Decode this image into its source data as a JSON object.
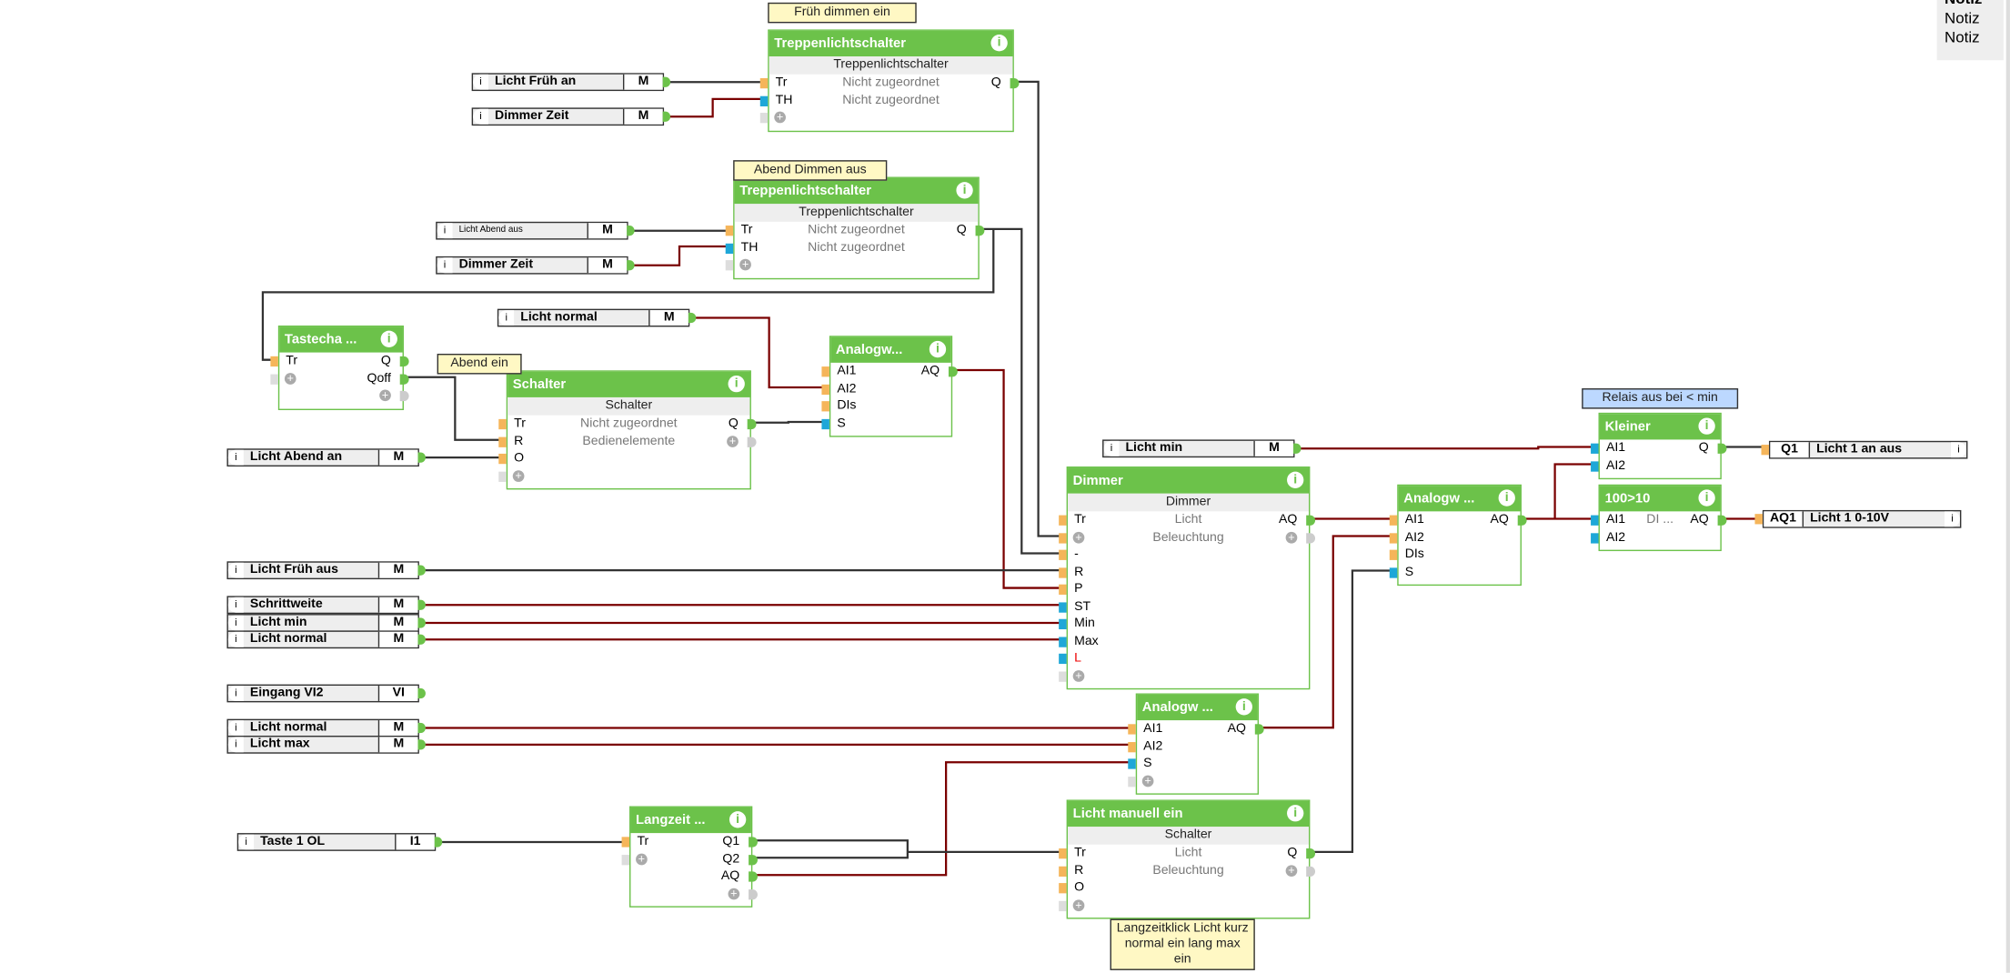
{
  "colors": {
    "block": "#6cc24a",
    "digital_wire": "#333333",
    "analog_wire": "#7a0000",
    "digital_port": "#f5b55a",
    "analog_port": "#1ea7d8",
    "note": "#fff8c4",
    "note_blue": "#bcd8ff"
  },
  "notiz": [
    "Notiz",
    "Notiz",
    "Notiz"
  ],
  "blocks": [
    {
      "title": "Treppenlichtschalter",
      "subtitle": "Treppenlichtschalter",
      "note": "Früh dimmen ein",
      "rows": [
        {
          "in": "Tr",
          "kind": "d",
          "mid": "Nicht zugeordnet",
          "out": "Q"
        },
        {
          "in": "TH",
          "kind": "a",
          "mid": "Nicht zugeordnet"
        },
        {
          "in": "+",
          "kind": "x"
        }
      ]
    },
    {
      "title": "Treppenlichtschalter",
      "subtitle": "Treppenlichtschalter",
      "note": "Abend Dimmen aus",
      "rows": [
        {
          "in": "Tr",
          "kind": "d",
          "mid": "Nicht zugeordnet",
          "out": "Q"
        },
        {
          "in": "TH",
          "kind": "a",
          "mid": "Nicht zugeordnet"
        },
        {
          "in": "+",
          "kind": "x"
        }
      ]
    },
    {
      "title": "Tastecha ...",
      "rows": [
        {
          "in": "Tr",
          "kind": "d",
          "out": "Q"
        },
        {
          "in": "+",
          "kind": "x",
          "out": "Qoff"
        },
        {
          "out": "+"
        }
      ]
    },
    {
      "title": "Schalter",
      "subtitle": "Schalter",
      "note": "Abend ein",
      "rows": [
        {
          "in": "Tr",
          "kind": "d",
          "mid": "Nicht zugeordnet",
          "out": "Q"
        },
        {
          "in": "R",
          "kind": "d",
          "mid": "Bedienelemente",
          "out": "+"
        },
        {
          "in": "O",
          "kind": "d"
        },
        {
          "in": "+",
          "kind": "x"
        }
      ]
    },
    {
      "title": "Analogw...",
      "rows": [
        {
          "in": "AI1",
          "kind": "d",
          "out": "AQ"
        },
        {
          "in": "AI2",
          "kind": "d"
        },
        {
          "in": "DIs",
          "kind": "d"
        },
        {
          "in": "S",
          "kind": "a"
        }
      ]
    },
    {
      "title": "Dimmer",
      "subtitle": "Dimmer",
      "rows": [
        {
          "in": "Tr",
          "kind": "d",
          "mid": "Licht",
          "out": "AQ"
        },
        {
          "in": "+",
          "kind": "d",
          "mid": "Beleuchtung",
          "out": "+"
        },
        {
          "in": "-",
          "kind": "d"
        },
        {
          "in": "R",
          "kind": "d"
        },
        {
          "in": "P",
          "kind": "d"
        },
        {
          "in": "ST",
          "kind": "a"
        },
        {
          "in": "Min",
          "kind": "a"
        },
        {
          "in": "Max",
          "kind": "a"
        },
        {
          "in": "L",
          "kind": "a",
          "red": true
        },
        {
          "in": "+",
          "kind": "x"
        }
      ]
    },
    {
      "title": "Analogw ...",
      "rows": [
        {
          "in": "AI1",
          "kind": "d",
          "out": "AQ"
        },
        {
          "in": "AI2",
          "kind": "d"
        },
        {
          "in": "DIs",
          "kind": "d"
        },
        {
          "in": "S",
          "kind": "a"
        }
      ]
    },
    {
      "title": "Kleiner",
      "note": "Relais aus bei < min",
      "rows": [
        {
          "in": "AI1",
          "kind": "a",
          "out": "Q"
        },
        {
          "in": "AI2",
          "kind": "a"
        }
      ]
    },
    {
      "title": "100>10",
      "rows": [
        {
          "in": "AI1",
          "kind": "a",
          "mid": "DI ...",
          "out": "AQ"
        },
        {
          "in": "AI2",
          "kind": "a"
        }
      ]
    },
    {
      "title": "Analogw ...",
      "rows": [
        {
          "in": "AI1",
          "kind": "d",
          "out": "AQ"
        },
        {
          "in": "AI2",
          "kind": "d"
        },
        {
          "in": "S",
          "kind": "a"
        },
        {
          "in": "+",
          "kind": "x"
        }
      ]
    },
    {
      "title": "Langzeit ...",
      "rows": [
        {
          "in": "Tr",
          "kind": "d",
          "out": "Q1"
        },
        {
          "in": "+",
          "kind": "x",
          "out": "Q2"
        },
        {
          "out": "AQ"
        },
        {
          "out": "+"
        }
      ]
    },
    {
      "title": "Licht manuell ein",
      "subtitle": "Schalter",
      "note": "Langzeitklick Licht kurz normal ein lang max ein",
      "rows": [
        {
          "in": "Tr",
          "kind": "d",
          "mid": "Licht",
          "out": "Q"
        },
        {
          "in": "R",
          "kind": "d",
          "mid": "Beleuchtung",
          "out": "+"
        },
        {
          "in": "O",
          "kind": "d"
        },
        {
          "in": "+",
          "kind": "x"
        }
      ]
    }
  ],
  "inputs": [
    {
      "label": "Licht Früh an",
      "type": "M"
    },
    {
      "label": "Dimmer Zeit",
      "type": "M"
    },
    {
      "label": "Licht Abend aus",
      "type": "M"
    },
    {
      "label": "Dimmer Zeit",
      "type": "M"
    },
    {
      "label": "Licht normal",
      "type": "M"
    },
    {
      "label": "Licht Abend an",
      "type": "M"
    },
    {
      "label": "Licht Früh aus",
      "type": "M"
    },
    {
      "label": "Schrittweite",
      "type": "M"
    },
    {
      "label": "Licht min",
      "type": "M"
    },
    {
      "label": "Licht normal",
      "type": "M"
    },
    {
      "label": "Eingang VI2",
      "type": "VI"
    },
    {
      "label": "Licht normal",
      "type": "M"
    },
    {
      "label": "Licht max",
      "type": "M"
    },
    {
      "label": "Taste 1 OL",
      "type": "I1"
    },
    {
      "label": "Licht min",
      "type": "M"
    }
  ],
  "outputs": [
    {
      "label": "Licht 1 an  aus",
      "type": "Q1"
    },
    {
      "label": "Licht 1 0-10V",
      "type": "AQ1"
    }
  ]
}
